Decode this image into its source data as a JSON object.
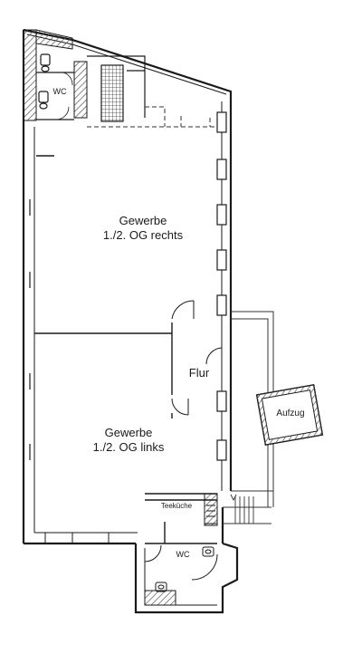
{
  "rooms": {
    "gewerbe_rechts": {
      "line1": "Gewerbe",
      "line2": "1./2. OG rechts"
    },
    "gewerbe_links": {
      "line1": "Gewerbe",
      "line2": "1./2. OG links"
    },
    "flur": "Flur",
    "aufzug": "Aufzug",
    "wc_top": "WC",
    "wc_bottom": "WC",
    "teekueche": "Teeküche"
  },
  "colors": {
    "wall": "#1a1a1a",
    "hatch": "#555555",
    "line": "#333333"
  }
}
